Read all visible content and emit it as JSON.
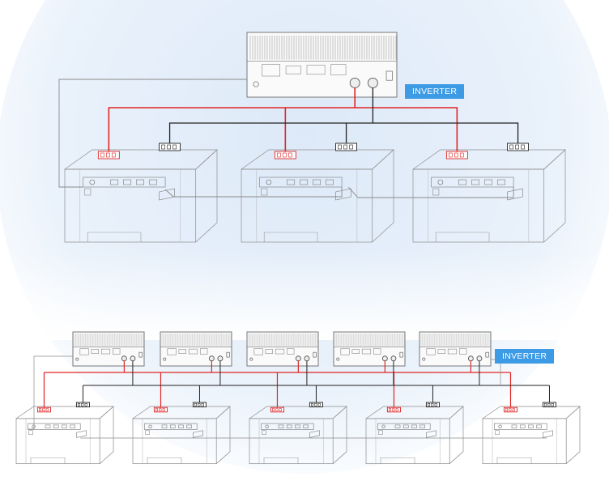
{
  "labels": {
    "inverter_top": "INVERTER",
    "inverter_bottom": "INVERTER"
  },
  "colors": {
    "backdrop": "#e9f1fb",
    "badge": "#3d9be6",
    "dc_positive": "#e02424",
    "dc_negative": "#222222",
    "comm_line": "#8a8a8a",
    "device_outline": "#8d8d8d"
  },
  "diagrams": [
    {
      "name": "single-inverter-system",
      "inverters": 1,
      "battery_packs": 3
    },
    {
      "name": "parallel-inverter-system",
      "inverters": 5,
      "battery_packs": 5
    }
  ]
}
